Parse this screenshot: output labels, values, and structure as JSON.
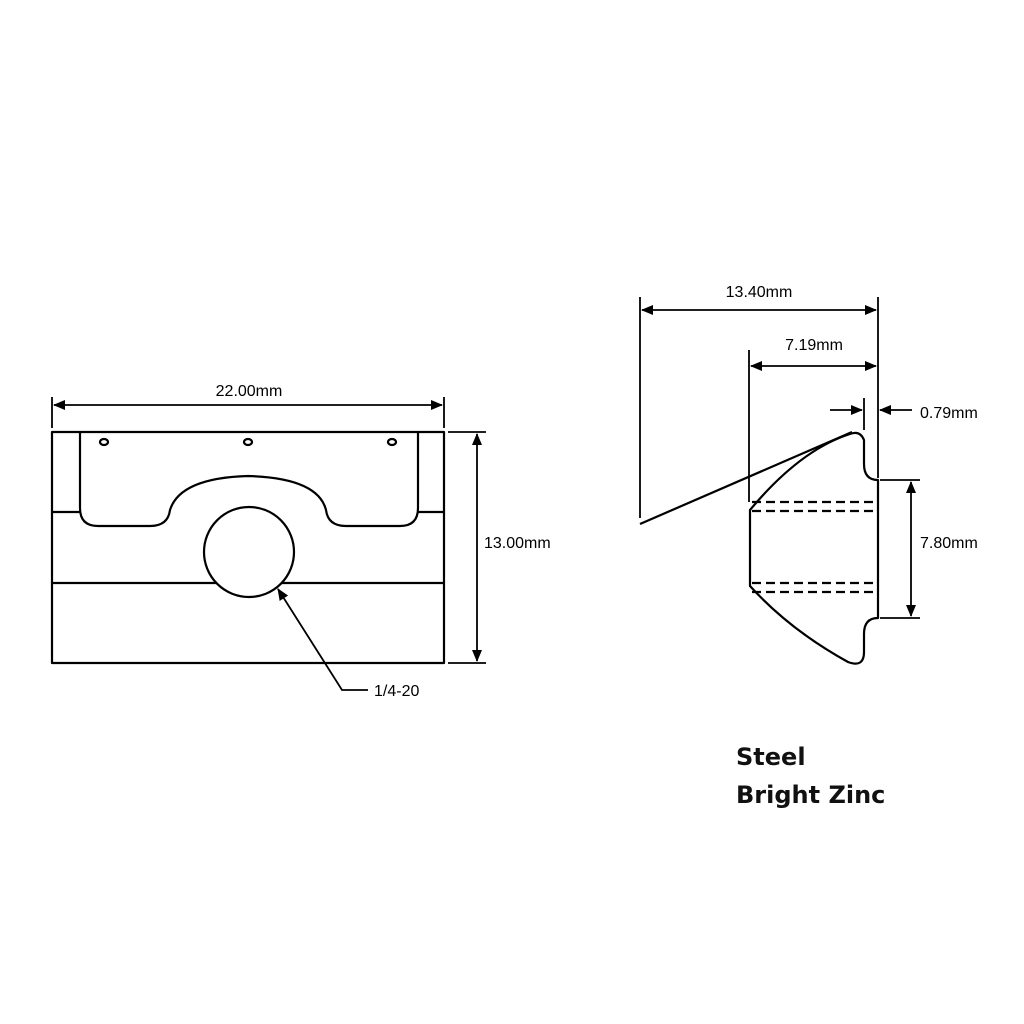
{
  "front_view": {
    "width_label": "22.00mm",
    "height_label": "13.00mm",
    "thread_label": "1/4-20"
  },
  "side_view": {
    "overall_width_label": "13.40mm",
    "head_width_label": "7.19mm",
    "lip_label": "0.79mm",
    "bore_label": "7.80mm"
  },
  "specs": {
    "material": "Steel",
    "finish": "Bright Zinc"
  },
  "colors": {
    "line": "#000000",
    "background": "#ffffff"
  }
}
